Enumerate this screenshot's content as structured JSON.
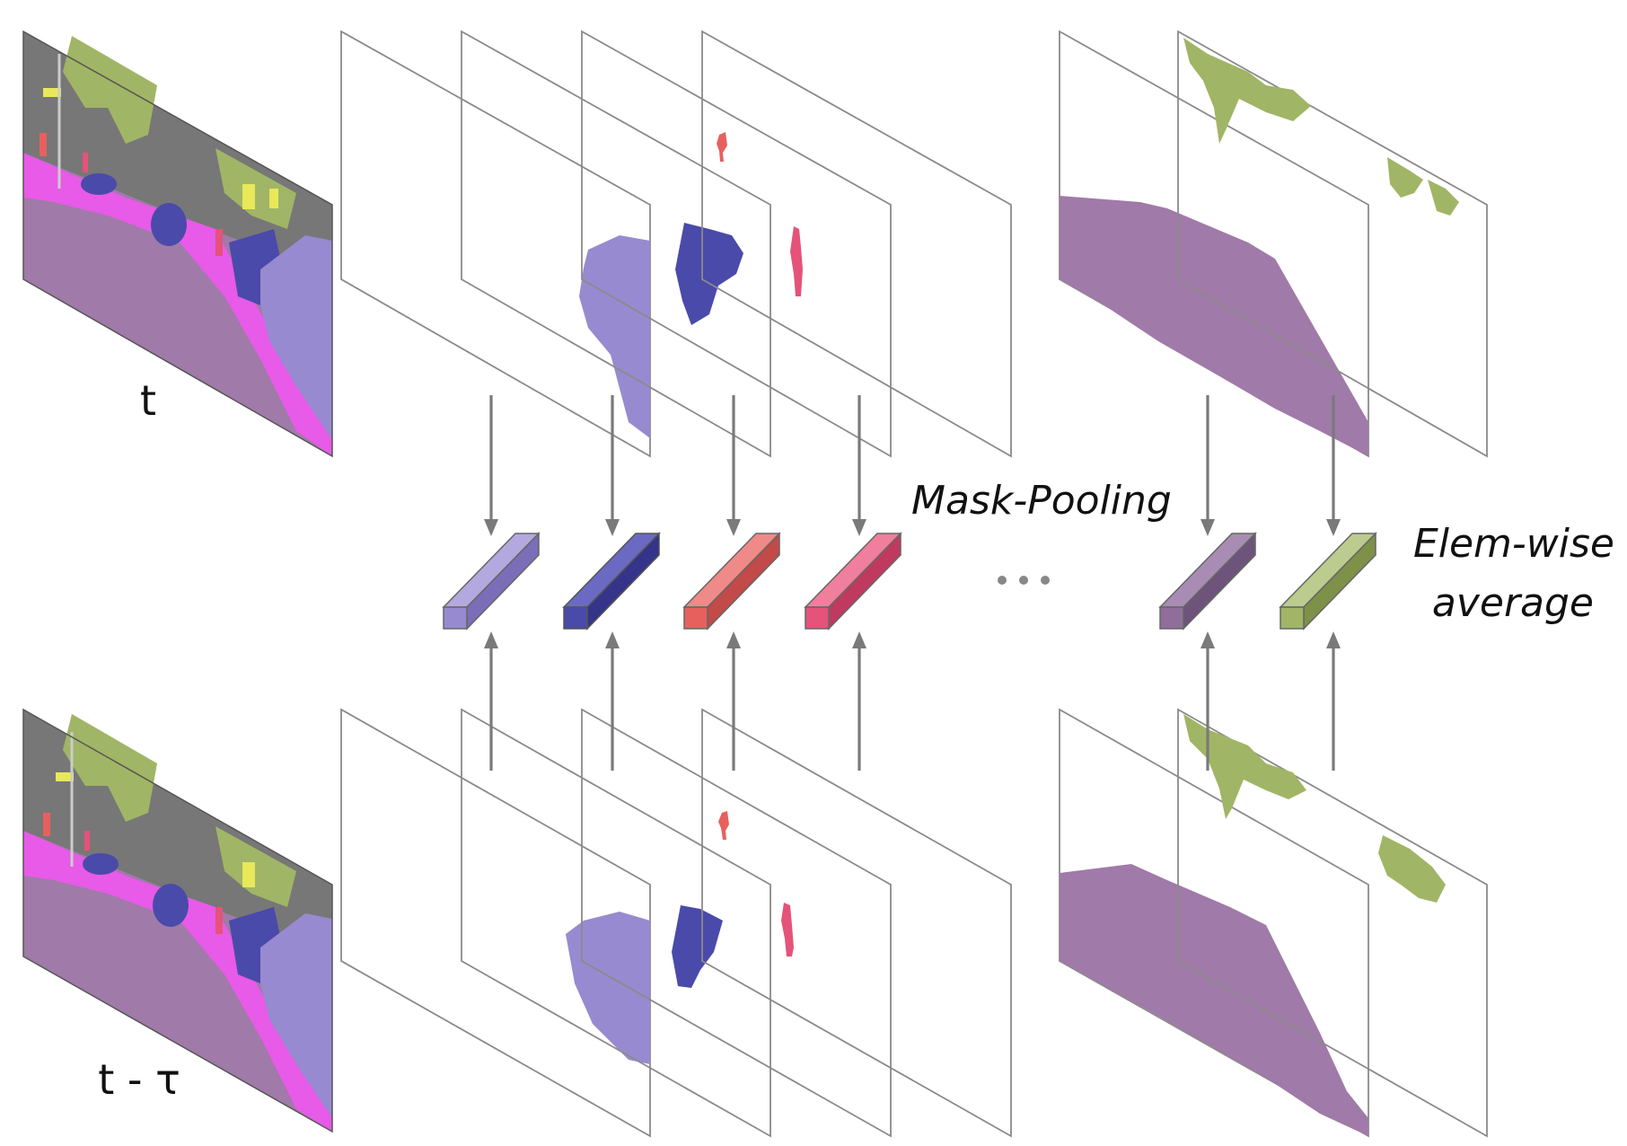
{
  "frames": {
    "top_label": "t",
    "bottom_label": "t - τ"
  },
  "labels": {
    "mask_pooling": "Mask-Pooling",
    "elem_wise_line1": "Elem-wise",
    "elem_wise_line2": "average",
    "ellipsis": "..."
  },
  "colors": {
    "road": "#a07aa8",
    "sky_building": "#777777",
    "vegetation": "#a1b566",
    "sidewalk": "#e85ae8",
    "truck": "#988ad0",
    "car": "#4a4aaa",
    "rider": "#e8605e",
    "person": "#e5527a",
    "traffic_sign": "#e8e85a",
    "frame_line": "#8a8a8a",
    "arrow": "#7a7a7a"
  },
  "feature_vectors": [
    {
      "name": "truck-vector",
      "color": "#988ad0"
    },
    {
      "name": "car-vector",
      "color": "#4a4aaa"
    },
    {
      "name": "rider-vector",
      "color": "#e8605e"
    },
    {
      "name": "person-vector",
      "color": "#e5527a"
    },
    {
      "name": "road-vector",
      "color": "#8f6f9a"
    },
    {
      "name": "vegetation-vector",
      "color": "#a1b566"
    }
  ]
}
